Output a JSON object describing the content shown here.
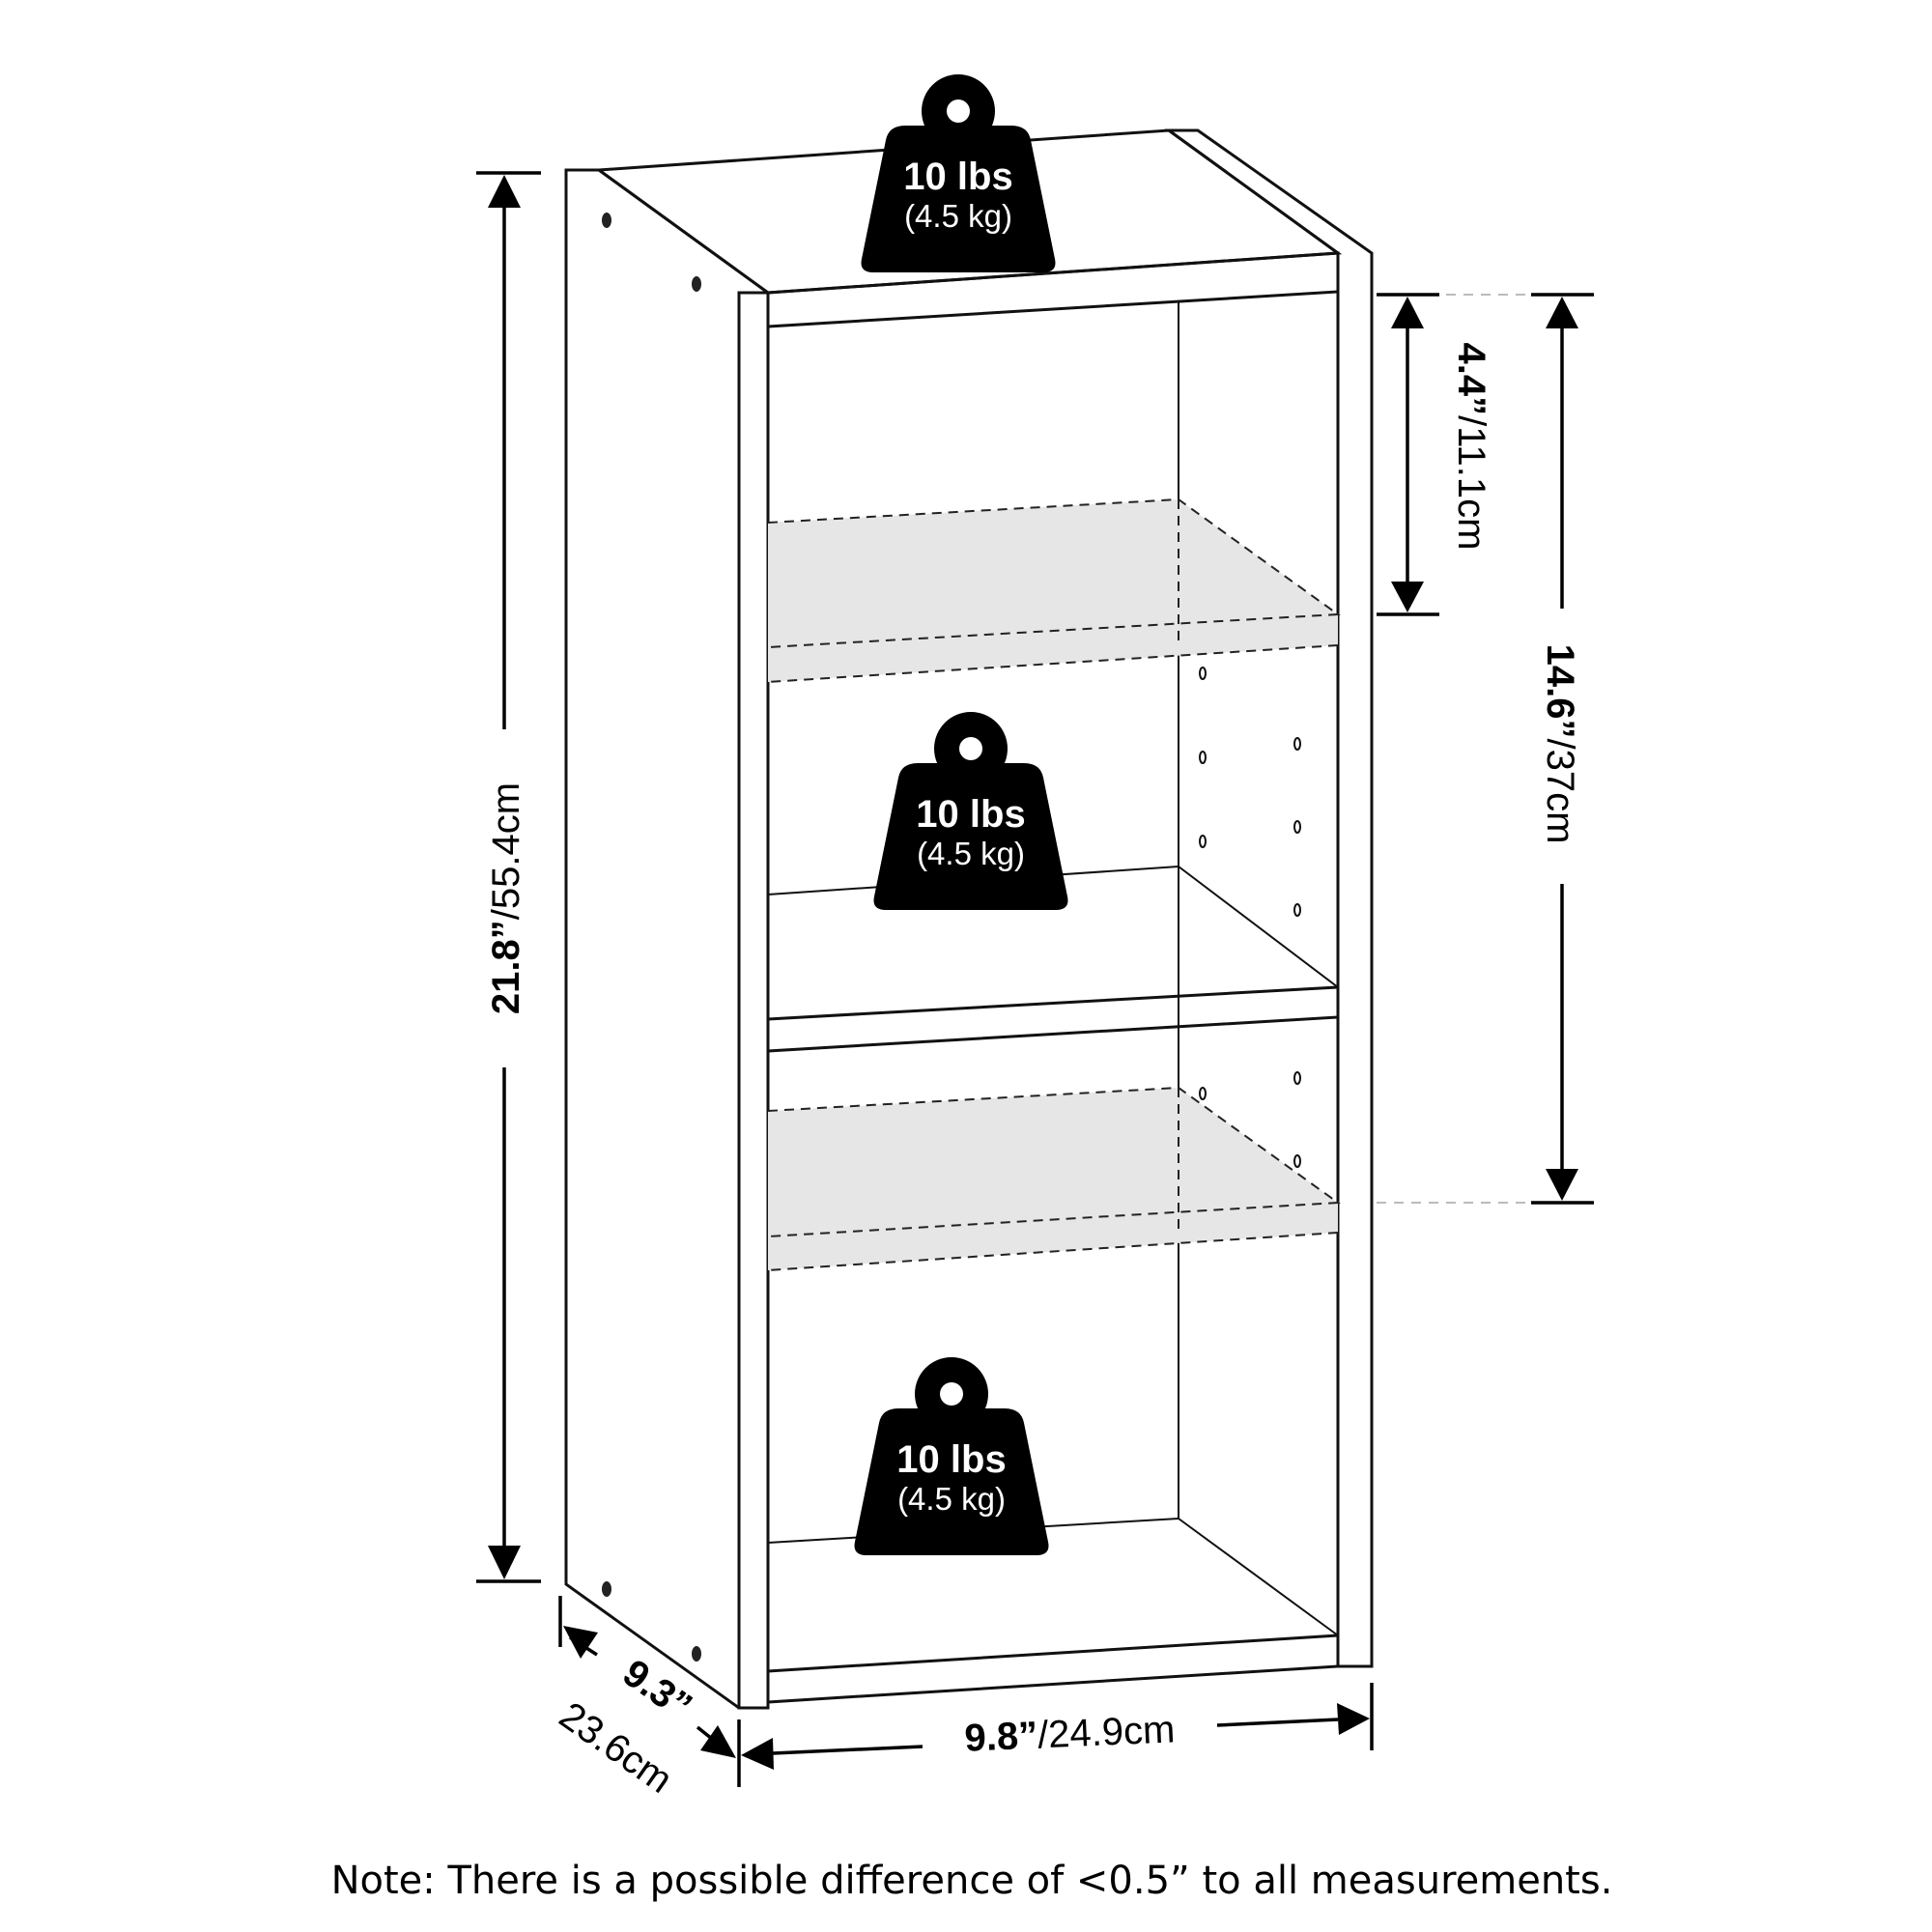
{
  "dimensions": {
    "height": {
      "imperial": "21.8”",
      "metric": "/55.4cm"
    },
    "width": {
      "imperial": "9.8”",
      "metric": "/24.9cm"
    },
    "depth": {
      "imperial": "9.3”",
      "metric": "23.6cm"
    },
    "shelf_gap": {
      "imperial": "4.4”",
      "metric": "/11.1cm"
    },
    "adjust_range": {
      "imperial": "14.6”",
      "metric": "/37cm"
    }
  },
  "weights": [
    {
      "main": "10 lbs",
      "sub": "(4.5 kg)"
    },
    {
      "main": "10 lbs",
      "sub": "(4.5 kg)"
    },
    {
      "main": "10 lbs",
      "sub": "(4.5 kg)"
    }
  ],
  "note": "Note: There is a possible difference of <0.5” to all measurements.",
  "colors": {
    "line": "#111111",
    "weight_fill": "#000000",
    "shelf_fill": "#e6e6e6",
    "guide": "#bbbbbb"
  },
  "icons": [
    "weight-icon",
    "arrow-icon"
  ]
}
